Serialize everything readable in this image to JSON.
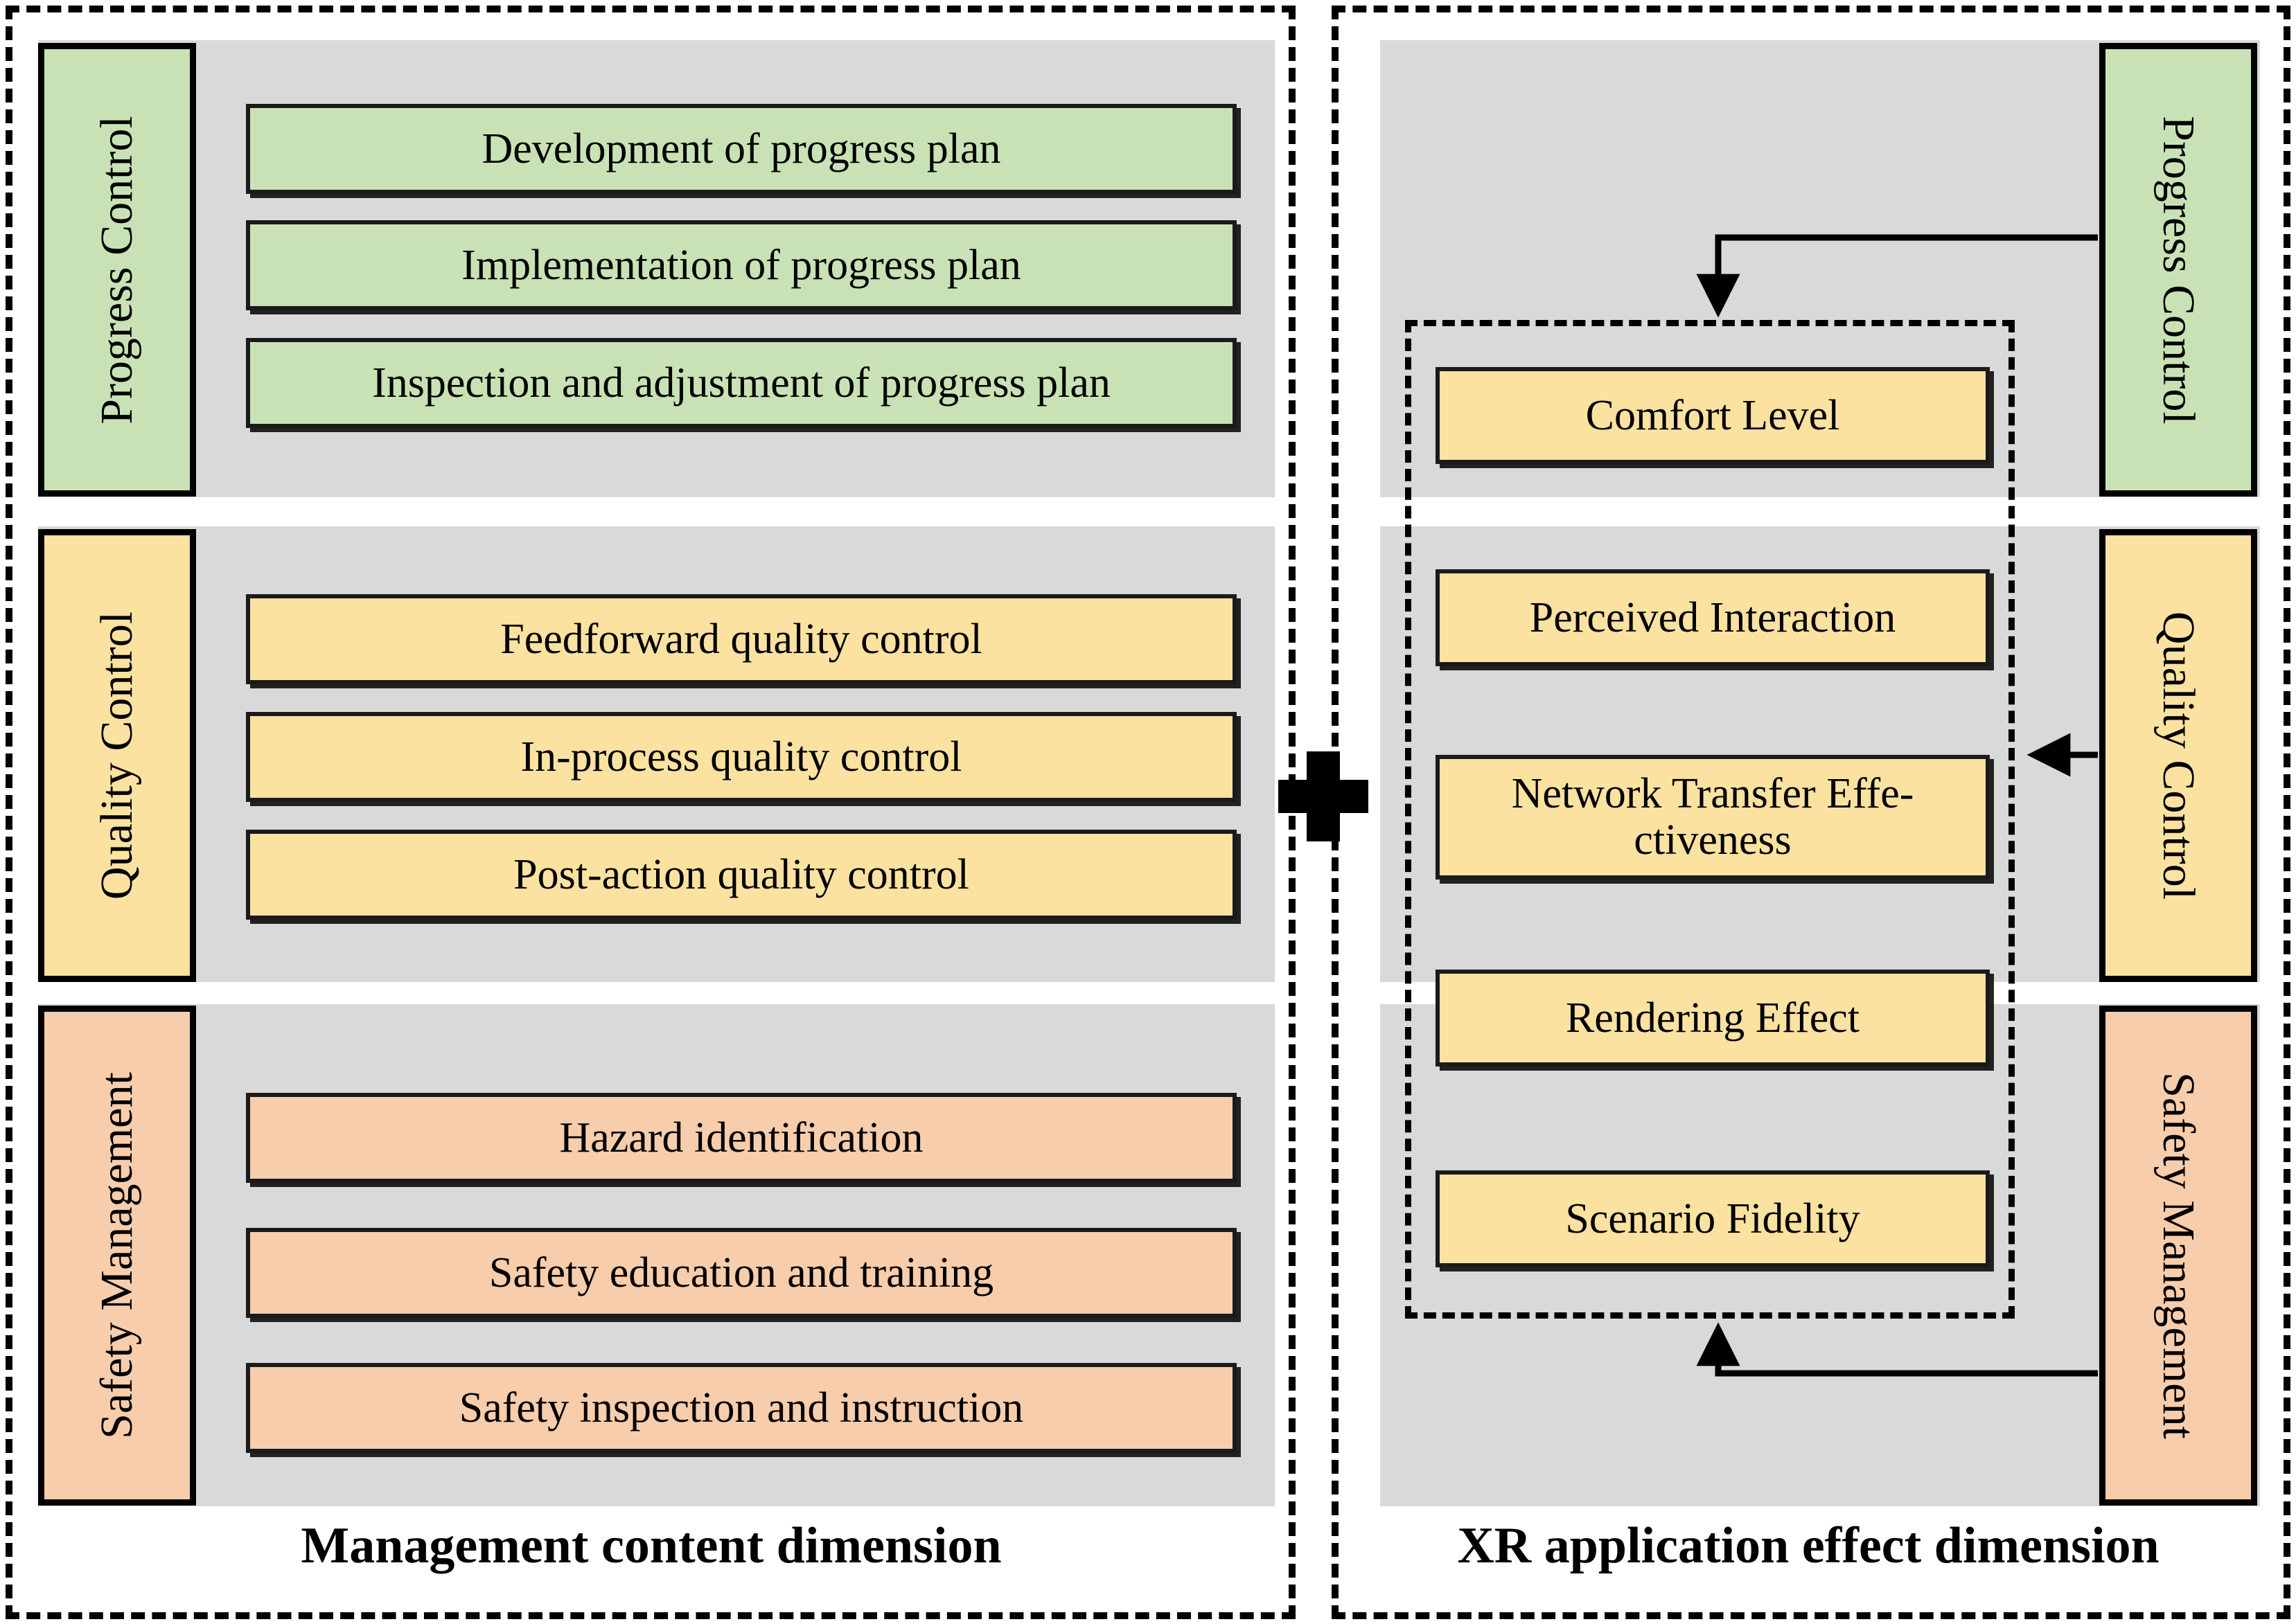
{
  "figure": {
    "left_panel": {
      "caption": "Management content dimension",
      "groups": [
        {
          "label": "Progress Control",
          "color": "#c9e2b5",
          "items": [
            "Development of progress plan",
            "Implementation of progress plan",
            "Inspection and adjustment of progress plan"
          ]
        },
        {
          "label": "Quality Control",
          "color": "#fce2a0",
          "items": [
            "Feedforward quality control",
            "In-process quality control",
            "Post-action quality control"
          ]
        },
        {
          "label": "Safety Management",
          "color": "#f8cdab",
          "items": [
            "Hazard identification",
            "Safety education and training",
            "Safety inspection and instruction"
          ]
        }
      ]
    },
    "right_panel": {
      "caption": "XR application effect dimension",
      "groups": [
        {
          "label": "Progress Control",
          "color": "#c9e2b5"
        },
        {
          "label": "Quality Control",
          "color": "#fce2a0"
        },
        {
          "label": "Safety Management",
          "color": "#f8cdab"
        }
      ],
      "effect_items": [
        "Comfort Level",
        "Perceived Interaction",
        "Network Transfer Effe-\nctiveness",
        "Rendering Effect",
        "Scenario Fidelity"
      ]
    },
    "operator": "+",
    "colors": {
      "band_gray": "#d9d9d9",
      "green": "#c9e2b5",
      "yellow": "#fce2a0",
      "orange": "#f8cdab",
      "outline": "#000000"
    }
  }
}
